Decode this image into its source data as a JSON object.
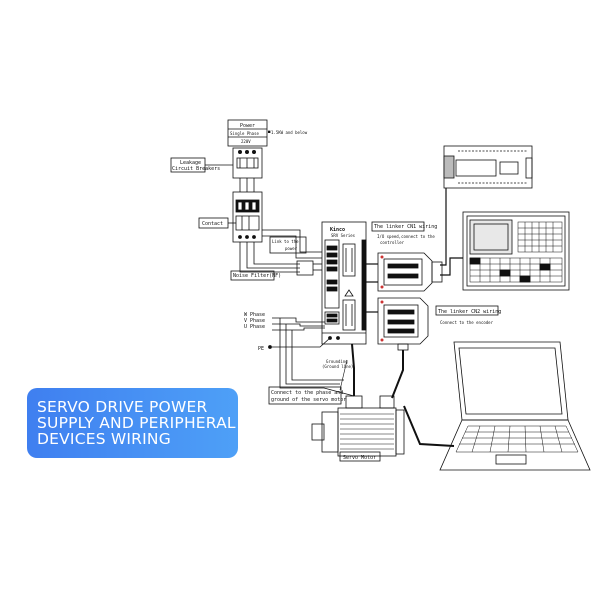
{
  "badge": {
    "lines": [
      "SERVO DRIVE POWER",
      "SUPPLY AND PERIPHERAL",
      "DEVICES WIRING"
    ],
    "color_start": "#3f7ff0",
    "color_end": "#4ea0f7"
  },
  "labels": {
    "power": "Power",
    "single_phase": "Single Phase",
    "voltage": "220V",
    "power_note": "1.5KW and below",
    "leakage_1": "Leakage",
    "leakage_2": "Circuit Breakers",
    "contact": "Contact",
    "link_power_1": "Link to the",
    "link_power_2": "power",
    "noise_filter": "Noise Filter(NF)",
    "brand": "Kinco",
    "model": "SRV Series",
    "cn1_title": "The linker CN1 wiring",
    "cn1_note_1": "I/O speed,connect to the",
    "cn1_note_2": "controller",
    "cn2_title": "The linker CN2 wiring",
    "cn2_note": "Connect to the encoder",
    "w_phase": "W Phase",
    "v_phase": "V Phase",
    "u_phase": "U Phase",
    "pe": "PE",
    "grounding_1": "Grounding",
    "grounding_2": "(Ground line)",
    "motor_conn_1": "Connect to the phase and",
    "motor_conn_2": "ground of the servo motor",
    "servo_motor": "Servo Motor"
  }
}
